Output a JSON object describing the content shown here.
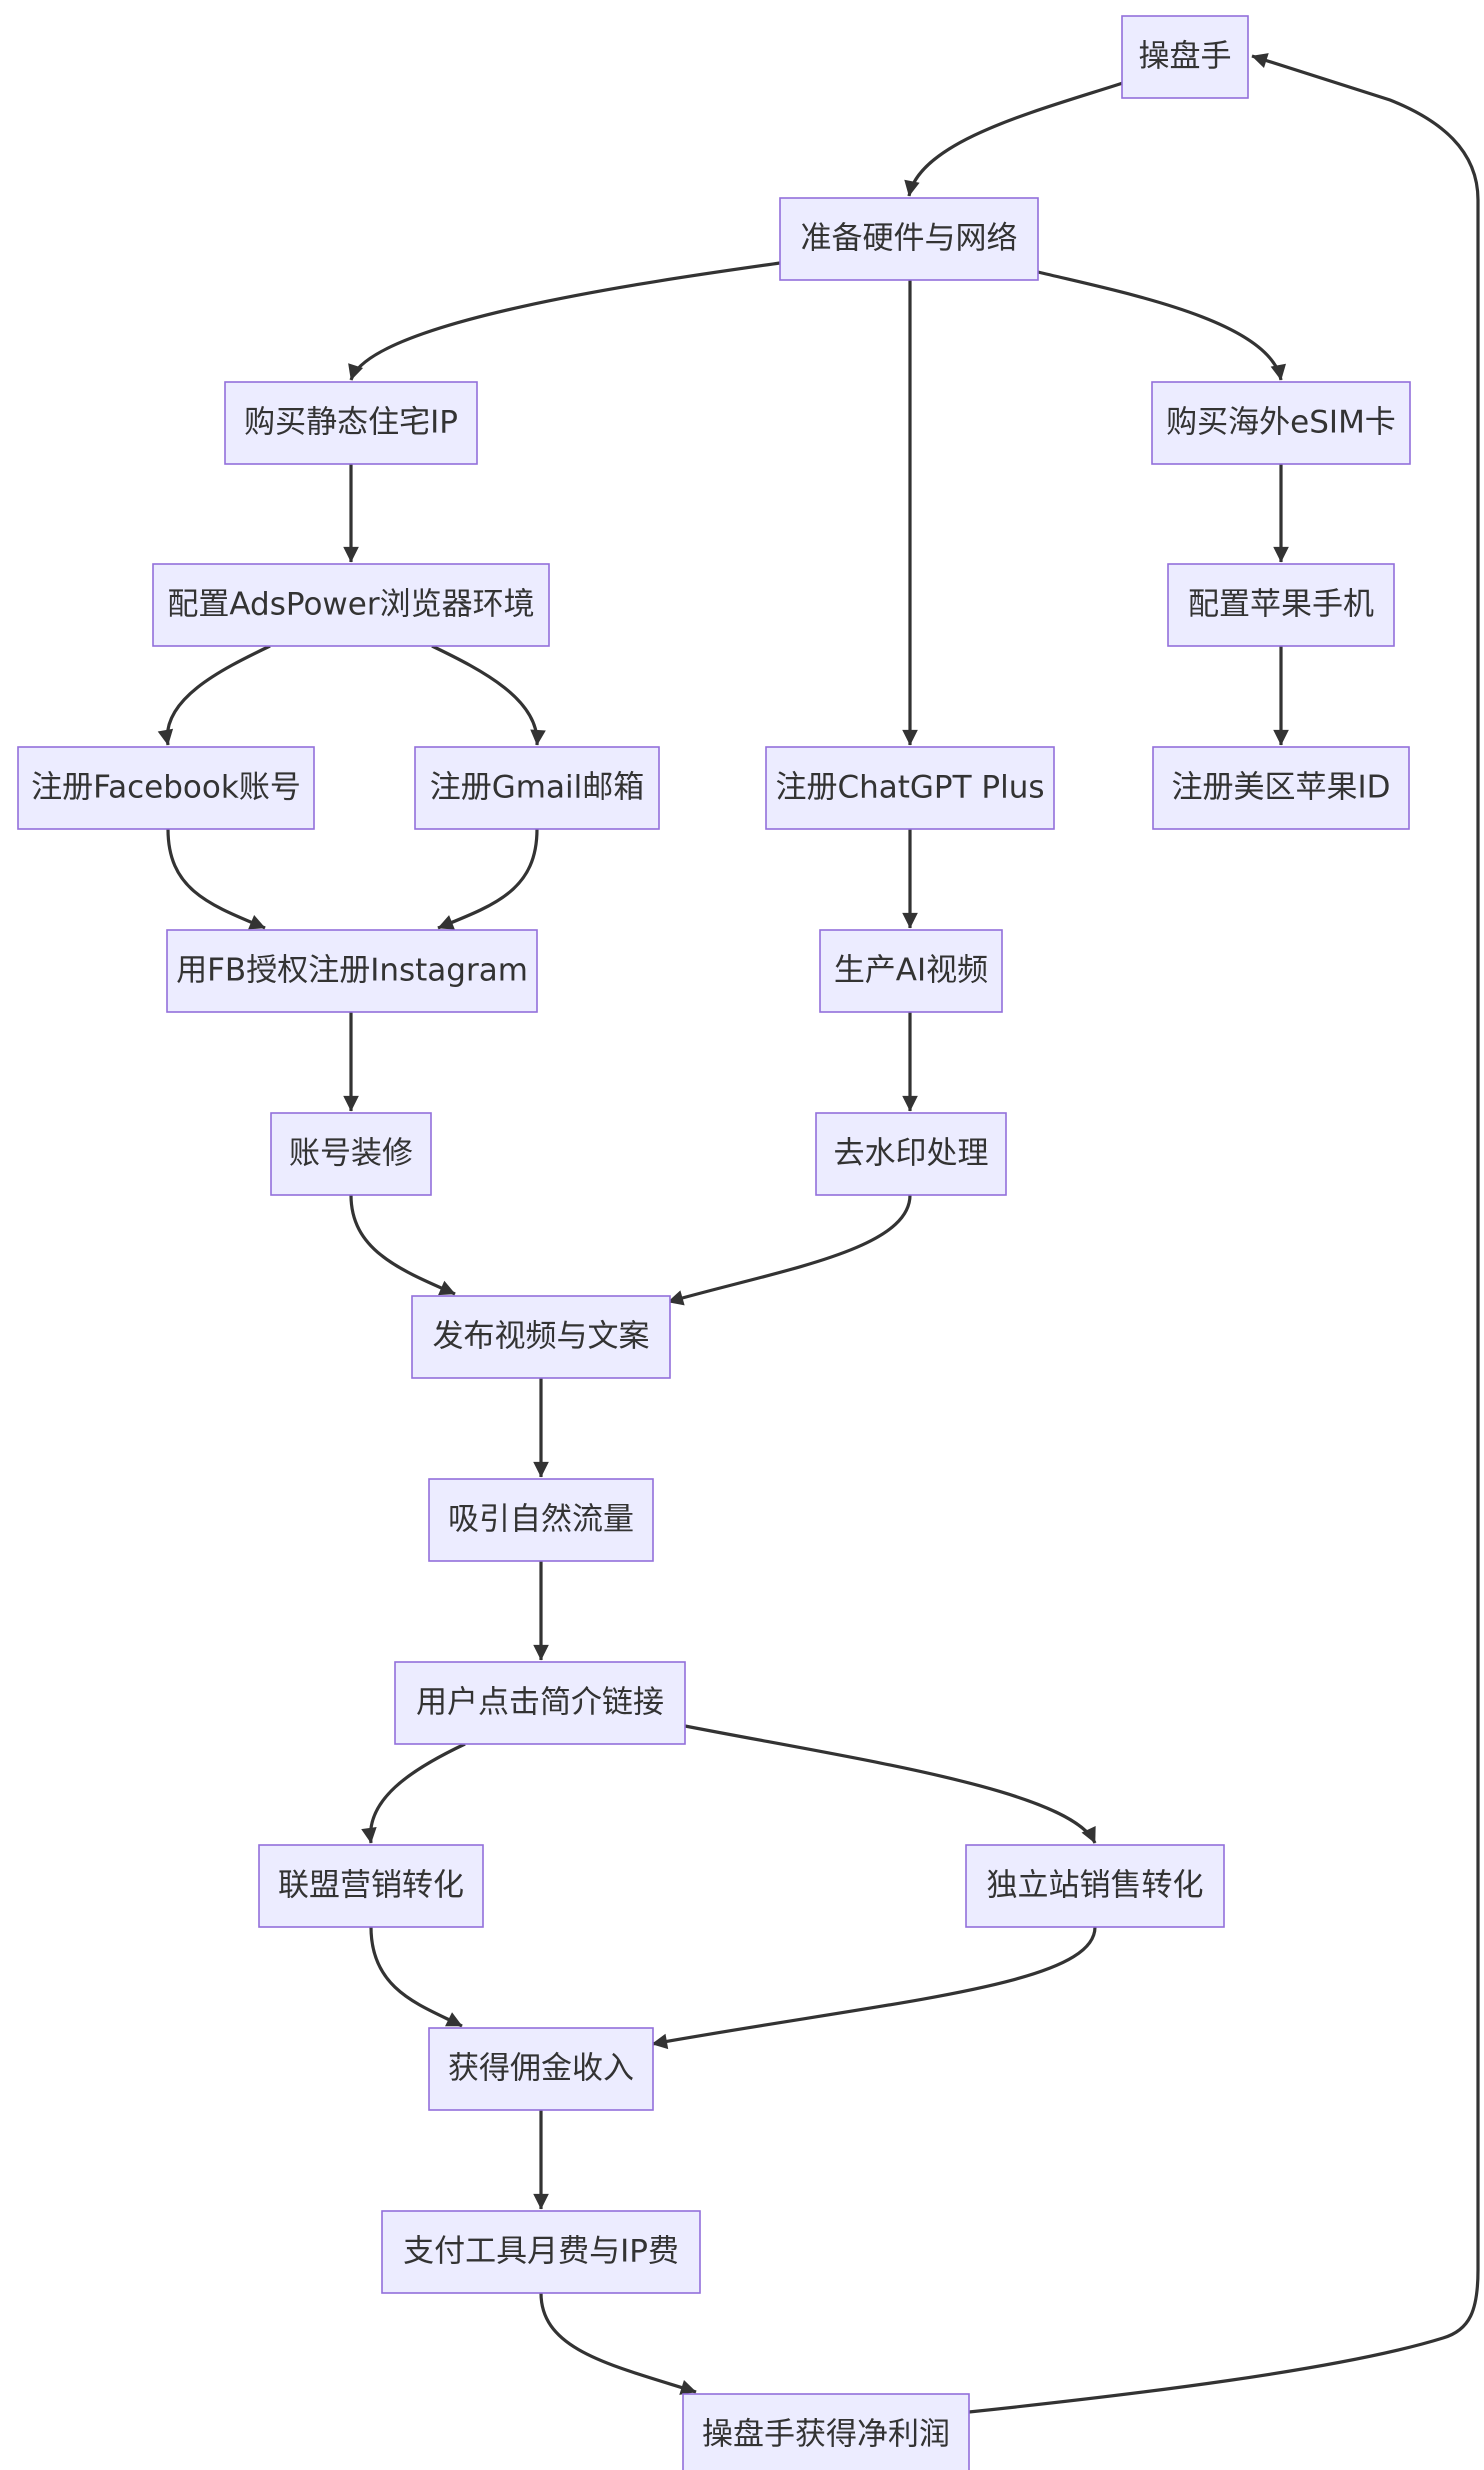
{
  "diagram": {
    "type": "flowchart",
    "colors": {
      "node_fill": "#ECECFF",
      "node_border": "#9370DB",
      "edge": "#333333",
      "text": "#333333",
      "background": "#FFFFFF"
    },
    "nodes": [
      {
        "id": "trader",
        "label": "操盘手"
      },
      {
        "id": "prepare",
        "label": "准备硬件与网络"
      },
      {
        "id": "buy_ip",
        "label": "购买静态住宅IP"
      },
      {
        "id": "buy_esim",
        "label": "购买海外eSIM卡"
      },
      {
        "id": "adspower",
        "label": "配置AdsPower浏览器环境"
      },
      {
        "id": "iphone",
        "label": "配置苹果手机"
      },
      {
        "id": "facebook",
        "label": "注册Facebook账号"
      },
      {
        "id": "gmail",
        "label": "注册Gmail邮箱"
      },
      {
        "id": "chatgpt",
        "label": "注册ChatGPT Plus"
      },
      {
        "id": "appleid",
        "label": "注册美区苹果ID"
      },
      {
        "id": "instagram",
        "label": "用FB授权注册Instagram"
      },
      {
        "id": "ai_video",
        "label": "生产AI视频"
      },
      {
        "id": "decorate",
        "label": "账号装修"
      },
      {
        "id": "watermark",
        "label": "去水印处理"
      },
      {
        "id": "publish",
        "label": "发布视频与文案"
      },
      {
        "id": "traffic",
        "label": "吸引自然流量"
      },
      {
        "id": "click",
        "label": "用户点击简介链接"
      },
      {
        "id": "affiliate",
        "label": "联盟营销转化"
      },
      {
        "id": "standalone",
        "label": "独立站销售转化"
      },
      {
        "id": "commission",
        "label": "获得佣金收入"
      },
      {
        "id": "pay",
        "label": "支付工具月费与IP费"
      },
      {
        "id": "profit",
        "label": "操盘手获得净利润"
      }
    ],
    "edges": [
      {
        "from": "trader",
        "to": "prepare"
      },
      {
        "from": "prepare",
        "to": "buy_ip"
      },
      {
        "from": "prepare",
        "to": "chatgpt"
      },
      {
        "from": "prepare",
        "to": "buy_esim"
      },
      {
        "from": "buy_ip",
        "to": "adspower"
      },
      {
        "from": "adspower",
        "to": "facebook"
      },
      {
        "from": "adspower",
        "to": "gmail"
      },
      {
        "from": "facebook",
        "to": "instagram"
      },
      {
        "from": "gmail",
        "to": "instagram"
      },
      {
        "from": "instagram",
        "to": "decorate"
      },
      {
        "from": "buy_esim",
        "to": "iphone"
      },
      {
        "from": "iphone",
        "to": "appleid"
      },
      {
        "from": "chatgpt",
        "to": "ai_video"
      },
      {
        "from": "ai_video",
        "to": "watermark"
      },
      {
        "from": "decorate",
        "to": "publish"
      },
      {
        "from": "watermark",
        "to": "publish"
      },
      {
        "from": "publish",
        "to": "traffic"
      },
      {
        "from": "traffic",
        "to": "click"
      },
      {
        "from": "click",
        "to": "affiliate"
      },
      {
        "from": "click",
        "to": "standalone"
      },
      {
        "from": "affiliate",
        "to": "commission"
      },
      {
        "from": "standalone",
        "to": "commission"
      },
      {
        "from": "commission",
        "to": "pay"
      },
      {
        "from": "pay",
        "to": "profit"
      },
      {
        "from": "profit",
        "to": "trader"
      }
    ]
  }
}
